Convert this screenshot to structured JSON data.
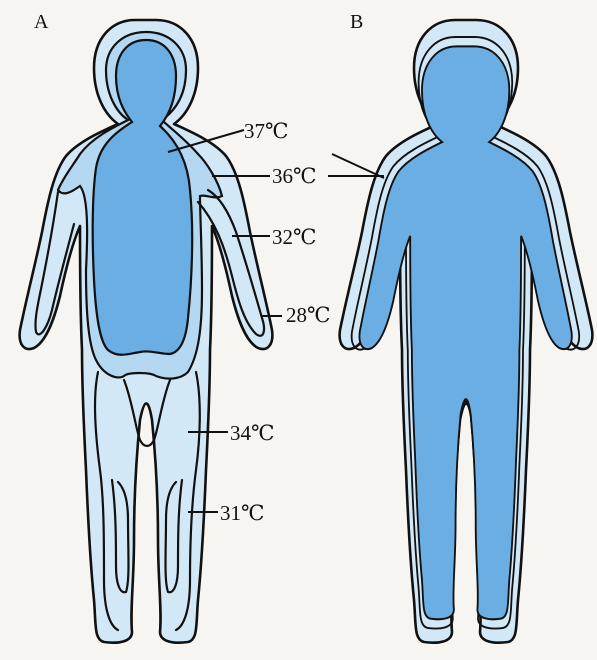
{
  "panels": {
    "a_label": "A",
    "b_label": "B"
  },
  "temperatures": {
    "t37": "37℃",
    "t36": "36℃",
    "t32": "32℃",
    "t28": "28℃",
    "t34": "34℃",
    "t31": "31℃"
  },
  "colors": {
    "background": "#f6f5f2",
    "outer_shell": "#cfe6f6",
    "shell_band": "#aad3f0",
    "core": "#6aaee3",
    "line": "#111111"
  }
}
